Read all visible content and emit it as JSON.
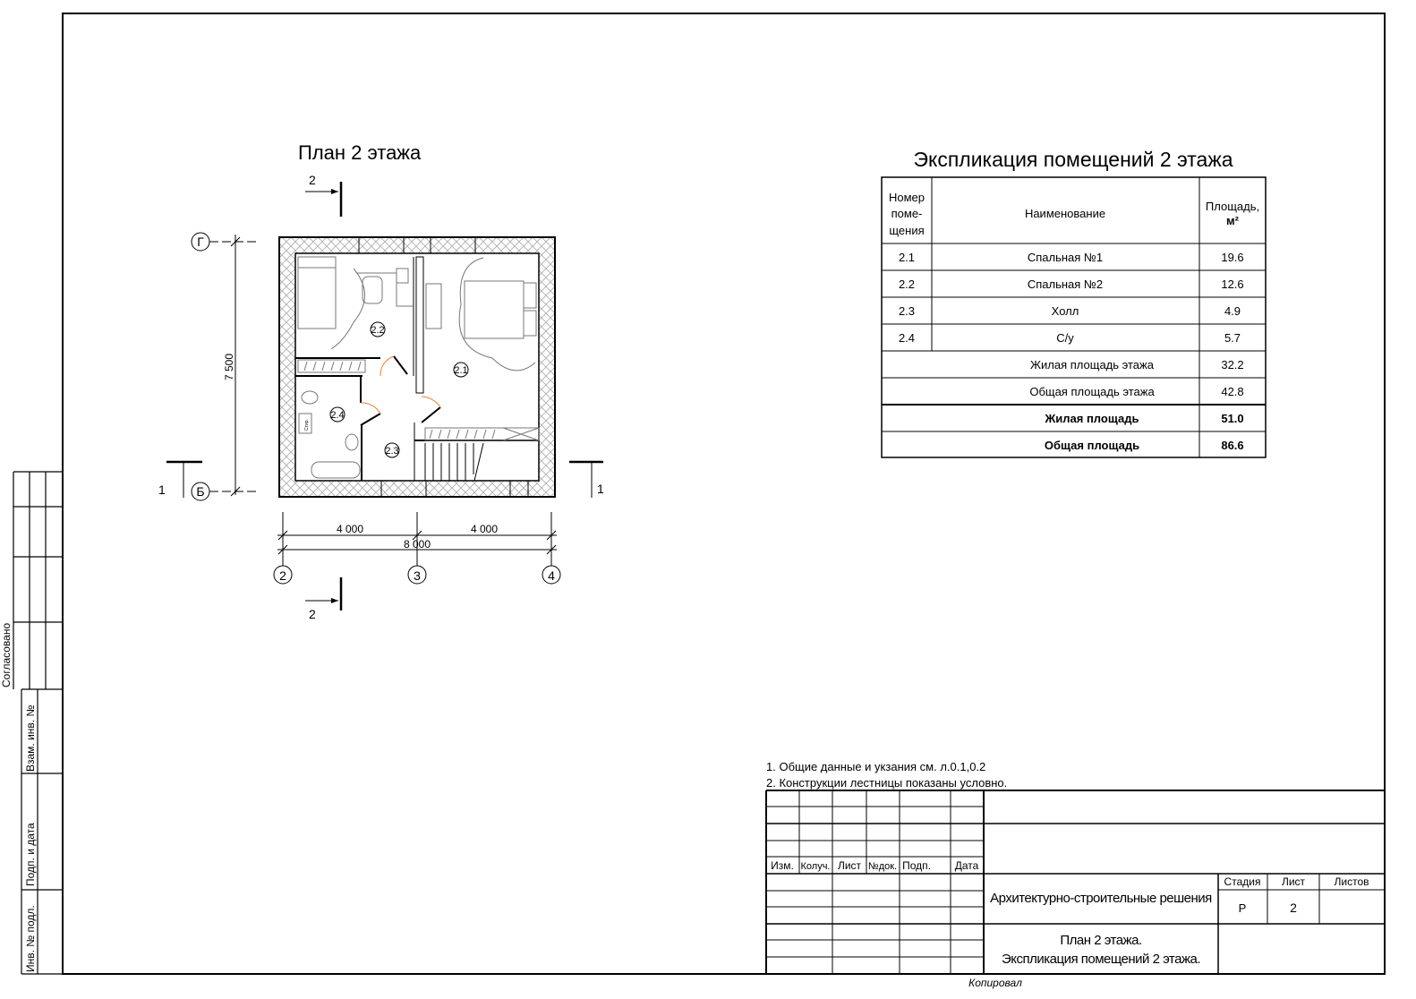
{
  "plan": {
    "title": "План 2 этажа",
    "section_2_top": "2",
    "section_2_bottom": "2",
    "section_1_left": "1",
    "section_1_right": "1",
    "axis_g": "Г",
    "axis_b": "Б",
    "axis_2": "2",
    "axis_3": "3",
    "axis_4": "4",
    "dim_vertical": "7 500",
    "dim_left": "4 000",
    "dim_right": "4 000",
    "dim_total": "8 000",
    "room_21": "2.1",
    "room_22": "2.2",
    "room_23": "2.3",
    "room_24": "2.4",
    "washer_label": "Стир."
  },
  "explication": {
    "title": "Экспликация помещений 2 этажа",
    "headers": {
      "number": [
        "Номер",
        "поме-",
        "щения"
      ],
      "name": "Наименование",
      "area": "Площадь,",
      "area_unit": "м²"
    },
    "rows": [
      {
        "num": "2.1",
        "name": "Спальная №1",
        "area": "19.6"
      },
      {
        "num": "2.2",
        "name": "Спальная №2",
        "area": "12.6"
      },
      {
        "num": "2.3",
        "name": "Холл",
        "area": "4.9"
      },
      {
        "num": "2.4",
        "name": "С/у",
        "area": "5.7"
      }
    ],
    "totals": [
      {
        "label": "Жилая площадь этажа",
        "value": "32.2",
        "bold": false
      },
      {
        "label": "Общая площадь этажа",
        "value": "42.8",
        "bold": false
      },
      {
        "label": "Жилая площадь",
        "value": "51.0",
        "bold": true
      },
      {
        "label": "Общая площадь",
        "value": "86.6",
        "bold": true
      }
    ]
  },
  "notes": [
    "1. Общие данные и укзания см. л.0.1,0.2",
    "2. Конструкции лестницы показаны условно."
  ],
  "title_block": {
    "col_headers": [
      "Изм.",
      "Колуч.",
      "Лист",
      "№док.",
      "Подп.",
      "Дата"
    ],
    "project": "Архитектурно-строительные решения",
    "stage_label": "Стадия",
    "sheet_label": "Лист",
    "sheets_label": "Листов",
    "stage": "Р",
    "sheet": "2",
    "drawing_title_1": "План 2 этажа.",
    "drawing_title_2": "Экспликация помещений 2 этажа.",
    "copied": "Копировал"
  },
  "side_strip": {
    "agreed": "Согласовано",
    "replaced_inv": "Взам. инв. №",
    "sign_date": "Подп. и дата",
    "inv_orig": "Инв. № подл."
  }
}
